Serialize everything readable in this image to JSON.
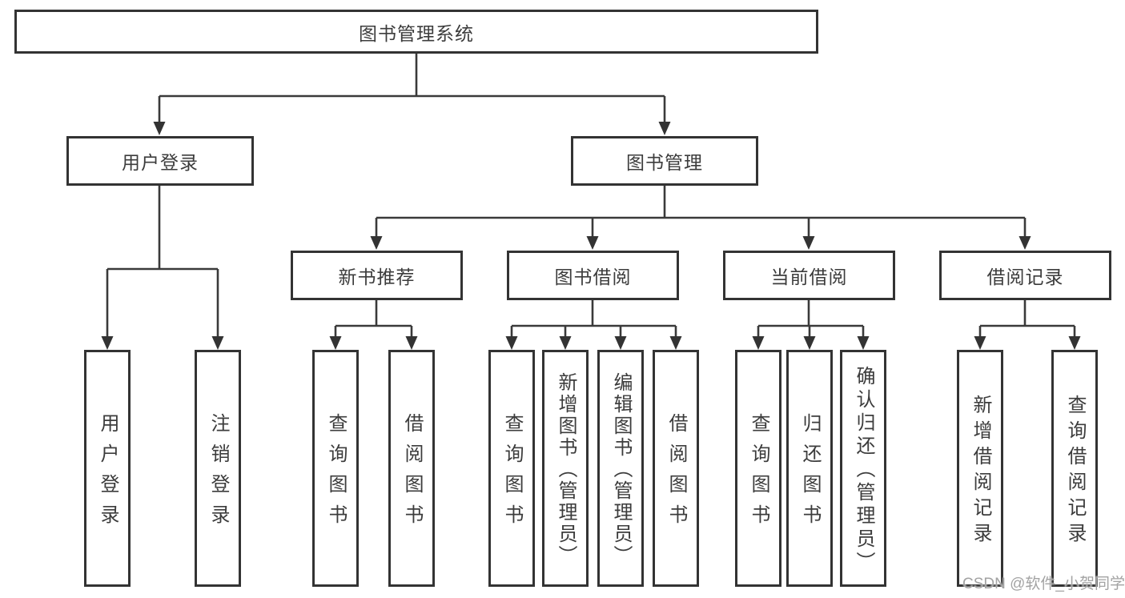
{
  "meta": {
    "background": "#ffffff",
    "box_border_color": "#333333",
    "line_color": "#3a3a3a",
    "text_color": "#3c3c3c",
    "watermark_color": "#a3a3a3"
  },
  "watermark": "CSDN @软件_小贺同学",
  "nodes": {
    "root": "图书管理系统",
    "user_login": "用户登录",
    "book_management": "图书管理",
    "new_book_recommend": "新书推荐",
    "book_borrowing": "图书借阅",
    "current_borrowing": "当前借阅",
    "borrowing_records": "借阅记录",
    "leaf_user_login": "用户登录",
    "leaf_logout": "注销登录",
    "leaf_rec_query_books": "查询图书",
    "leaf_rec_borrow_books": "借阅图书",
    "leaf_bor_query_books": "查询图书",
    "leaf_bor_add_books": "新增图书（管理员）",
    "leaf_bor_edit_books": "编辑图书（管理员）",
    "leaf_bor_borrow_books": "借阅图书",
    "leaf_cur_query_books": "查询图书",
    "leaf_cur_return_books": "归还图书",
    "leaf_cur_confirm_return": "确认归还（管理员）",
    "leaf_rcd_add_record": "新增借阅记录",
    "leaf_rcd_query_record": "查询借阅记录"
  }
}
